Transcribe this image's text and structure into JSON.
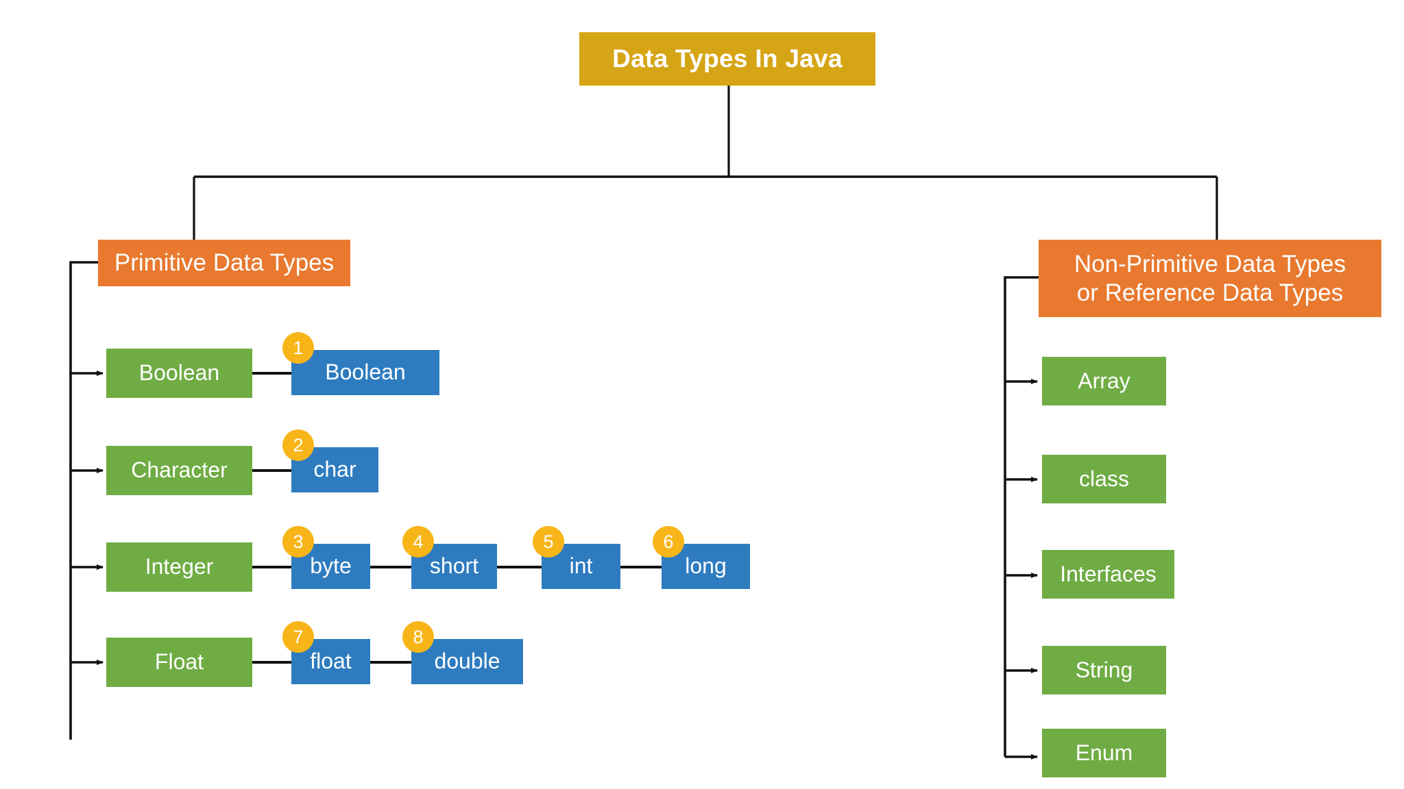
{
  "diagram": {
    "title": "Data Types In Java",
    "colors": {
      "title_box": "#D6A516",
      "category_box": "#E8792F",
      "wrapper_box": "#6FAC44",
      "primitive_box": "#2E7CBF",
      "badge": "#F7B518",
      "connector": "#000000",
      "background": "#FFFFFF"
    },
    "branches": {
      "primitive": {
        "label": "Primitive Data Types",
        "rows": [
          {
            "group": "Boolean",
            "types": [
              {
                "label": "Boolean",
                "badge": "1"
              }
            ]
          },
          {
            "group": "Character",
            "types": [
              {
                "label": "char",
                "badge": "2"
              }
            ]
          },
          {
            "group": "Integer",
            "types": [
              {
                "label": "byte",
                "badge": "3"
              },
              {
                "label": "short",
                "badge": "4"
              },
              {
                "label": "int",
                "badge": "5"
              },
              {
                "label": "long",
                "badge": "6"
              }
            ]
          },
          {
            "group": "Float",
            "types": [
              {
                "label": "float",
                "badge": "7"
              },
              {
                "label": "double",
                "badge": "8"
              }
            ]
          }
        ]
      },
      "non_primitive": {
        "label": "Non-Primitive Data Types\nor Reference Data Types",
        "items": [
          {
            "label": "Array"
          },
          {
            "label": "class"
          },
          {
            "label": "Interfaces"
          },
          {
            "label": "String"
          },
          {
            "label": "Enum"
          }
        ]
      }
    }
  }
}
